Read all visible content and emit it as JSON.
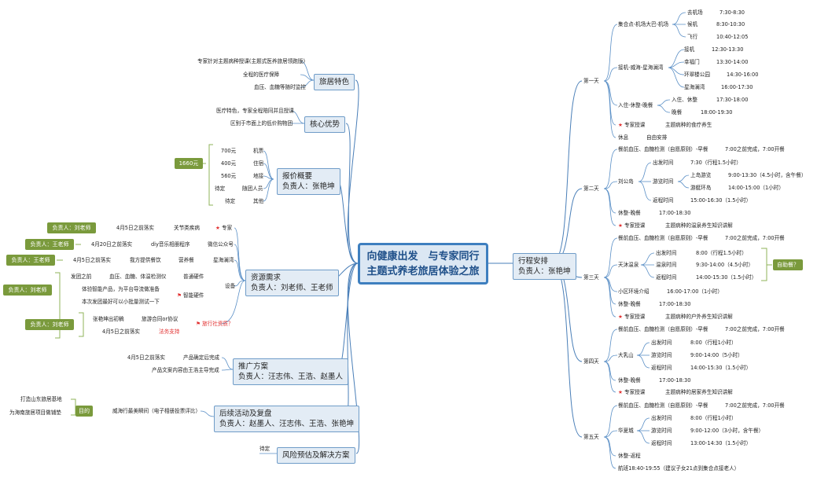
{
  "root": {
    "line1": "向健康出发　与专家同行",
    "line2": "主题式养老旅居体验之旅"
  },
  "branches": {
    "b1": {
      "title": "旅居特色",
      "items": [
        "专家针对主题病种授课(主题式医养旅居领跑版)",
        "全程的医疗保障",
        "血压、血糖等随时监控"
      ]
    },
    "b2": {
      "title": "核心优势",
      "items": [
        "医疗特色，专家全程陪同并且授课",
        "区别于市面上的低价购物团"
      ]
    },
    "b3": {
      "title": "报价概要",
      "owner": "负责人：张艳坤",
      "total": "1660元",
      "prices": [
        {
          "amount": "700元",
          "item": "机票"
        },
        {
          "amount": "400元",
          "item": "住宿"
        },
        {
          "amount": "560元",
          "item": "地接"
        },
        {
          "amount": "待定",
          "item": "随团人员"
        },
        {
          "amount": "待定",
          "item": "其他"
        }
      ]
    },
    "b4": {
      "title": "资源需求",
      "owner": "负责人：刘老师、王老师",
      "row1": {
        "owner": "负责人：刘老师",
        "deadline": "4月5日之前落实",
        "topic": "关节类疾病",
        "tag": "专家"
      },
      "row2": {
        "owner": "负责人：王老师",
        "deadline": "4月20日之前落实",
        "item": "diy音乐相册程序",
        "target": "微信公众号"
      },
      "row3": {
        "owner": "负责人：王老师",
        "deadline": "4月5日之前落实",
        "item": "我方提供餐饮",
        "a": "营养餐",
        "b": "星海澜湾"
      },
      "row4": {
        "owner": "负责人：刘老师",
        "a": "发团之前",
        "b": "血压、血糖、体温检测仪",
        "c": "普通硬件",
        "d": "体验智能产品，为平台导流做准备",
        "e": "智能硬件",
        "f": "本次发团最好可以小批量测试一下",
        "g": "设备"
      },
      "row5": {
        "owner": "负责人：刘老师",
        "a": "张艳坤出初稿",
        "b": "旅游合同or协议",
        "c": "4月5日之前落实",
        "d": "法务支持",
        "e": "旅行社资质？"
      }
    },
    "b5": {
      "title": "推广方案",
      "owner": "负责人：汪志伟、王浩、赵墨人",
      "items": [
        "4月5日之前落实",
        "产品确定后完成",
        "产品文案内容由王浩主导完成"
      ]
    },
    "b6": {
      "title": "后续活动及复盘",
      "owner": "负责人：赵墨人、汪志伟、王浩、张艳坤",
      "goal": "目的",
      "goals": [
        "打造山东旅居基地",
        "为海南旅居项目做铺垫"
      ],
      "item": "威海行最美瞬间（电子相册投票评比）"
    },
    "b7": {
      "title": "风险预估及解决方案",
      "item": "待定"
    },
    "itinerary": {
      "title": "行程安排",
      "owner": "负责人：张艳坤"
    }
  },
  "days": {
    "d1": {
      "label": "第一天",
      "g1": {
        "label": "集合点-机场大巴-机场",
        "items": [
          [
            "去机场",
            "7:30-8:30"
          ],
          [
            "候机",
            "8:30-10:30"
          ],
          [
            "飞行",
            "10:40-12:05"
          ]
        ]
      },
      "g2": {
        "label": "接机-威海-星海澜湾",
        "items": [
          [
            "接机",
            "12:30-13:30"
          ],
          [
            "幸福门",
            "13:30-14:00"
          ],
          [
            "环翠楼公园",
            "14:30-16:00"
          ],
          [
            "星海澜湾",
            "16:00-17:30"
          ]
        ]
      },
      "g3": {
        "label": "入住-休整-晚餐",
        "items": [
          [
            "入住、休整",
            "17:30-18:00"
          ],
          [
            "晚餐",
            "18:00-19:30"
          ]
        ]
      },
      "lecture": [
        "专家授课",
        "主题病种的食疗养生"
      ],
      "rest": [
        "休息",
        "自由安排"
      ]
    },
    "d2": {
      "label": "第二天",
      "check": [
        "餐前血压、血糖检测（自愿原则）-早餐",
        "7:00之前完成，7:00开餐"
      ],
      "place": "刘公岛",
      "items": [
        [
          "出发时间",
          "7:30（行程1.5小时）"
        ],
        [
          "游览时间",
          ""
        ],
        [
          "返程时间",
          "15:00-16:30（1.5小时）"
        ]
      ],
      "sub": [
        [
          "上岛游览",
          "9:00-13:30（4.5小时，含午餐）"
        ],
        [
          "游艇环岛",
          "14:00-15:00（1小时）"
        ]
      ],
      "dinner": [
        "休整-晚餐",
        "17:00-18:30"
      ],
      "lecture": [
        "专家授课",
        "主题病种的温泉养生知识讲解"
      ]
    },
    "d3": {
      "label": "第三天",
      "check": [
        "餐前血压、血糖检测（自愿原则）-早餐",
        "7:00之前完成，7:00开餐"
      ],
      "place": "天沐温泉",
      "option": "自助餐？",
      "items": [
        [
          "出发时间",
          "8:00（行程1.5小时）"
        ],
        [
          "温泉时间",
          "9:30-14:00（4.5小时）"
        ],
        [
          "返程时间",
          "14:00-15:30（1.5小时）"
        ]
      ],
      "intro": [
        "小区环境介绍",
        "16:00-17:00（1小时）"
      ],
      "dinner": [
        "休整-晚餐",
        "17:00-18:30"
      ],
      "lecture": [
        "专家授课",
        "主题病种的户外养生知识讲解"
      ]
    },
    "d4": {
      "label": "第四天",
      "check": [
        "餐前血压、血糖检测（自愿原则）-早餐",
        "7:00之前完成，7:00开餐"
      ],
      "place": "大乳山",
      "items": [
        [
          "出发时间",
          "8:00（行程1小时）"
        ],
        [
          "游览时间",
          "9:00-14:00（5小时）"
        ],
        [
          "返程时间",
          "14:00-15:30（1.5小时）"
        ]
      ],
      "dinner": [
        "休整-晚餐",
        "17:00-18:30"
      ],
      "lecture": [
        "专家授课",
        "主题病种的居家养生知识讲解"
      ]
    },
    "d5": {
      "label": "第五天",
      "check": [
        "餐前血压、血糖检测（自愿原则）-早餐",
        "7:00之前完成，7:00开餐"
      ],
      "place": "华夏城",
      "items": [
        [
          "出发时间",
          "8:00（行程1小时）"
        ],
        [
          "游览时间",
          "9:00-12:00（3小时，含午餐）"
        ],
        [
          "返程时间",
          "13:00-14:30（1.5小时）"
        ]
      ],
      "back": "休整-返程",
      "flight": "航班18:40-19:55（建议子女21点到集合点接老人）"
    }
  }
}
